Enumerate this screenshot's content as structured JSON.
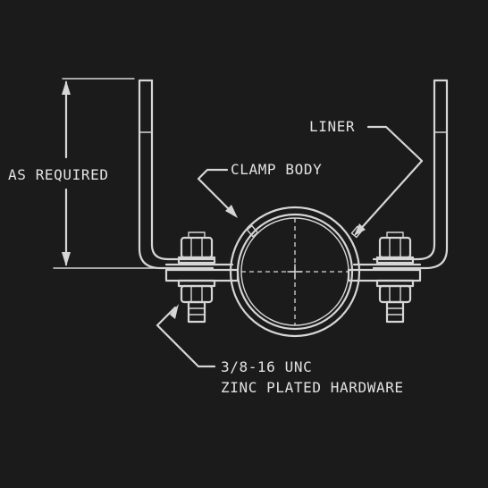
{
  "labels": {
    "as_required": "AS REQUIRED",
    "clamp_body": "CLAMP BODY",
    "liner": "LINER",
    "hardware_line1": "3/8-16 UNC",
    "hardware_line2": "ZINC PLATED HARDWARE"
  },
  "colors": {
    "background": "#1b1b1b",
    "line": "#d6d6d6"
  }
}
